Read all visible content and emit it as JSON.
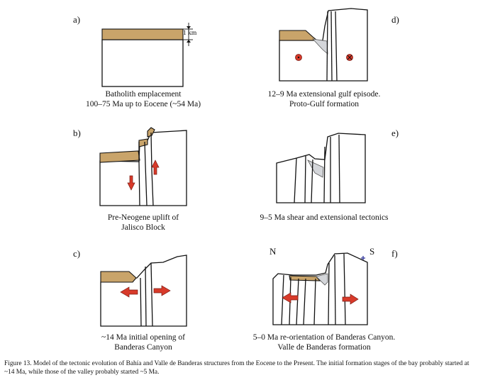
{
  "panels": [
    {
      "letter": "a)",
      "caption_lines": [
        "Batholith emplacement",
        "100–75 Ma up to Eocene (~54 Ma)"
      ]
    },
    {
      "letter": "b)",
      "caption_lines": [
        "Pre-Neogene uplift of",
        "Jalisco Block"
      ]
    },
    {
      "letter": "c)",
      "caption_lines": [
        "~14 Ma initial opening of",
        "Banderas Canyon"
      ]
    },
    {
      "letter": "d)",
      "caption_lines": [
        "12–9 Ma extensional gulf episode.",
        "Proto-Gulf formation"
      ]
    },
    {
      "letter": "e)",
      "caption_lines": [
        "9–5 Ma shear and extensional tectonics"
      ]
    },
    {
      "letter": "f)",
      "caption_lines": [
        "5–0 Ma re-orientation of Banderas Canyon.",
        "Valle de Banderas formation"
      ]
    }
  ],
  "scale_label": "1 km",
  "compass": {
    "north": "N",
    "south": "S"
  },
  "figure_caption": "Figure 13. Model of the tectonic evolution of Bahía and Valle de Banderas structures from the Eocene to the Present. The initial formation stages of the bay probably started at ~14 Ma, while those of the valley probably started ~5 Ma.",
  "colors": {
    "sediment": "#c9a46a",
    "granite_symbol": "#2a2f9a",
    "arrow": "#d83a2a",
    "wedge": "#d4d6da"
  }
}
